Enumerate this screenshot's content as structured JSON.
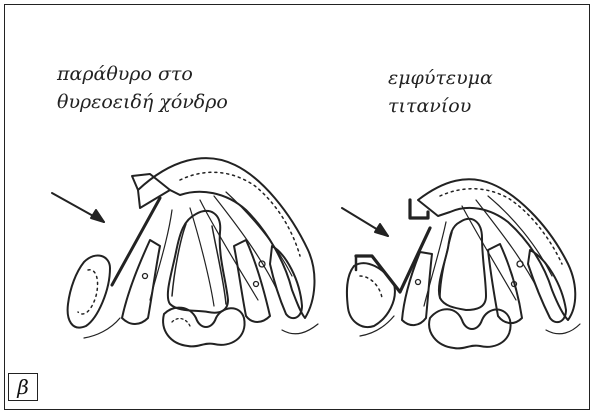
{
  "figure": {
    "left_label": {
      "line1": "παράθυρο στο",
      "line2": "θυρεοειδή χόνδρο"
    },
    "right_label": {
      "line1": "εμφύτευμα",
      "line2": "τιτανίου"
    },
    "panel_tag": "β"
  },
  "colors": {
    "ink": "#222222",
    "background": "#ffffff"
  }
}
